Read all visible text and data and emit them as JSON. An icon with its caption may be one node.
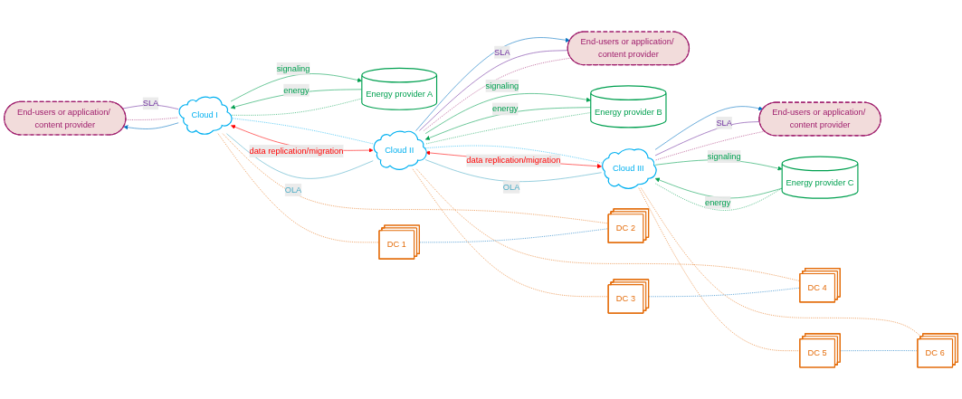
{
  "diagram": {
    "nodes": [
      {
        "text": [
          "End-users or application/ content provider"
        ]
      },
      {
        "text": [
          "End-users or application/ content provider"
        ]
      },
      {
        "text": [
          "End-users or application/ content provider"
        ]
      },
      {
        "text": [
          "Energy provider A"
        ]
      },
      {
        "text": [
          "Energy provider B"
        ]
      },
      {
        "text": [
          "Energy provider C"
        ]
      },
      {
        "text": [
          "Cloud I"
        ]
      },
      {
        "text": [
          "Cloud II"
        ]
      },
      {
        "text": [
          "Cloud III"
        ]
      },
      {
        "text": [
          "DC 1"
        ]
      },
      {
        "text": [
          "DC 2"
        ]
      },
      {
        "text": [
          "DC 3"
        ]
      },
      {
        "text": [
          "DC 4"
        ]
      },
      {
        "text": [
          "DC 5"
        ]
      },
      {
        "text": [
          "DC 6"
        ]
      }
    ],
    "edges": [
      {
        "from": 0,
        "to": 6,
        "arrow": "none",
        "label": "SLA",
        "color": "#7030a0"
      },
      {
        "from": 0,
        "to": 6,
        "arrow": "none",
        "style": "dashed",
        "color": "#a0206e"
      },
      {
        "from": 6,
        "to": 0,
        "arrow": "to",
        "color": "#0070c0"
      },
      {
        "from": 3,
        "to": 6,
        "arrow": "to",
        "label": "energy",
        "color": "#00a050"
      },
      {
        "from": 6,
        "to": 3,
        "arrow": "to",
        "label": "signaling",
        "color": "#00a050"
      },
      {
        "from": 3,
        "to": 6,
        "arrow": "none",
        "style": "dashed",
        "color": "#00a050"
      },
      {
        "from": 1,
        "to": 7,
        "arrow": "none",
        "label": "SLA",
        "color": "#7030a0"
      },
      {
        "from": 1,
        "to": 7,
        "arrow": "none",
        "style": "dashed",
        "color": "#a0206e"
      },
      {
        "from": 7,
        "to": 1,
        "arrow": "to",
        "color": "#0070c0"
      },
      {
        "from": 4,
        "to": 7,
        "arrow": "to",
        "label": "energy",
        "color": "#00a050"
      },
      {
        "from": 7,
        "to": 4,
        "arrow": "to",
        "label": "signaling",
        "color": "#00a050"
      },
      {
        "from": 4,
        "to": 7,
        "arrow": "none",
        "style": "dashed",
        "color": "#00a050"
      },
      {
        "from": 2,
        "to": 8,
        "arrow": "none",
        "label": "SLA",
        "color": "#7030a0"
      },
      {
        "from": 2,
        "to": 8,
        "arrow": "none",
        "style": "dashed",
        "color": "#a0206e"
      },
      {
        "from": 8,
        "to": 2,
        "arrow": "to",
        "color": "#0070c0"
      },
      {
        "from": 5,
        "to": 8,
        "arrow": "to",
        "label": "energy",
        "color": "#00a050"
      },
      {
        "from": 8,
        "to": 5,
        "arrow": "to",
        "label": "signaling",
        "color": "#00a050"
      },
      {
        "from": 5,
        "to": 8,
        "arrow": "none",
        "style": "dashed",
        "color": "#00a050"
      },
      {
        "from": 6,
        "to": 7,
        "arrow": "none",
        "style": "dashed",
        "color": "#00b0f0"
      },
      {
        "from": 6,
        "to": 7,
        "arrow": "both",
        "label": "data replication/migration",
        "color": "#ff0000"
      },
      {
        "from": 6,
        "to": 7,
        "arrow": "none",
        "label": "OLA",
        "color": "#4bacc6"
      },
      {
        "from": 7,
        "to": 8,
        "arrow": "none",
        "style": "dashed",
        "color": "#00b0f0"
      },
      {
        "from": 7,
        "to": 8,
        "arrow": "both",
        "label": "data replication/migration",
        "color": "#ff0000"
      },
      {
        "from": 7,
        "to": 8,
        "arrow": "none",
        "label": "OLA",
        "color": "#4bacc6"
      },
      {
        "from": 6,
        "to": 9,
        "arrow": "none",
        "style": "dashed",
        "color": "#e46c0a"
      },
      {
        "from": 6,
        "to": 10,
        "arrow": "none",
        "style": "dashed",
        "color": "#e46c0a"
      },
      {
        "from": 7,
        "to": 11,
        "arrow": "none",
        "style": "dashed",
        "color": "#e46c0a"
      },
      {
        "from": 7,
        "to": 12,
        "arrow": "none",
        "style": "dashed",
        "color": "#e46c0a"
      },
      {
        "from": 8,
        "to": 13,
        "arrow": "none",
        "style": "dashed",
        "color": "#e46c0a"
      },
      {
        "from": 8,
        "to": 14,
        "arrow": "none",
        "style": "dashed",
        "color": "#e46c0a"
      },
      {
        "from": 9,
        "to": 10,
        "arrow": "none",
        "style": "dashed",
        "color": "#0070c0"
      },
      {
        "from": 11,
        "to": 12,
        "arrow": "none",
        "style": "dashed",
        "color": "#0070c0"
      },
      {
        "from": 13,
        "to": 14,
        "arrow": "none",
        "style": "dashed",
        "color": "#0070c0"
      }
    ]
  }
}
